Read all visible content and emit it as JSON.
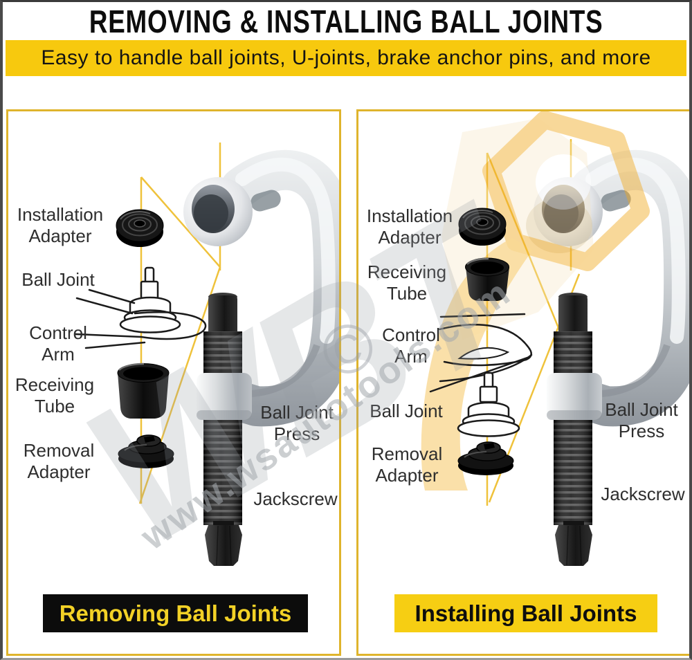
{
  "header": {
    "title": "REMOVING & INSTALLING BALL JOINTS"
  },
  "banner": {
    "text": "Easy to handle ball joints, U-joints, brake anchor pins, and more"
  },
  "panels": {
    "left": {
      "caption": "Removing Ball Joints",
      "labels": {
        "installation_adapter": "Installation\nAdapter",
        "ball_joint": "Ball Joint",
        "control_arm": "Control\nArm",
        "receiving_tube": "Receiving\nTube",
        "removal_adapter": "Removal\nAdapter",
        "ball_joint_press": "Ball Joint\nPress",
        "jackscrew": "Jackscrew"
      }
    },
    "right": {
      "caption": "Installing Ball Joints",
      "labels": {
        "installation_adapter": "Installation\nAdapter",
        "receiving_tube": "Receiving\nTube",
        "control_arm": "Control\nArm",
        "ball_joint": "Ball Joint",
        "removal_adapter": "Removal\nAdapter",
        "ball_joint_press": "Ball Joint\nPress",
        "jackscrew": "Jackscrew"
      }
    }
  },
  "watermark": {
    "brand": "WBT",
    "url": "www.wsautotools.com",
    "symbol": "©"
  },
  "colors": {
    "banner_bg": "#F7C90E",
    "panel_border": "#DFB42C",
    "guide_line": "#EFC23B",
    "caption_removing_bg": "#0C0C0C",
    "caption_removing_text": "#F2D126",
    "caption_installing_bg": "#F6CE13",
    "caption_installing_text": "#0E0E0E",
    "logo_orange": "#F1A91F"
  }
}
